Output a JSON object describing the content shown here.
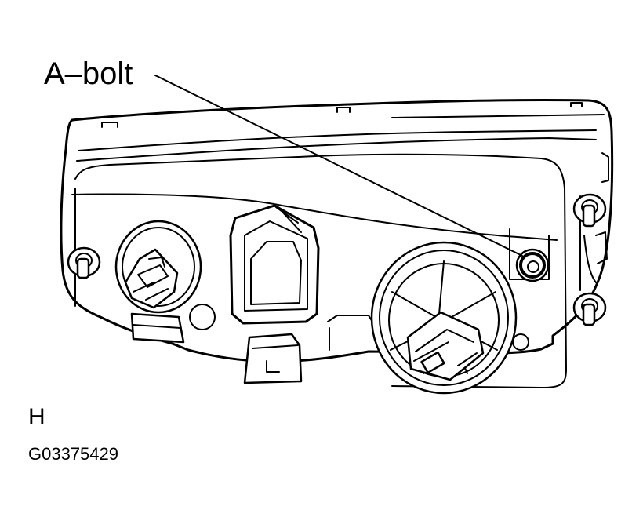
{
  "callout": {
    "label": "A–bolt",
    "target_part": "bolt-a"
  },
  "view_letter": "H",
  "figure_id": "G03375429",
  "colors": {
    "ink": "#000000",
    "paper": "#ffffff"
  }
}
